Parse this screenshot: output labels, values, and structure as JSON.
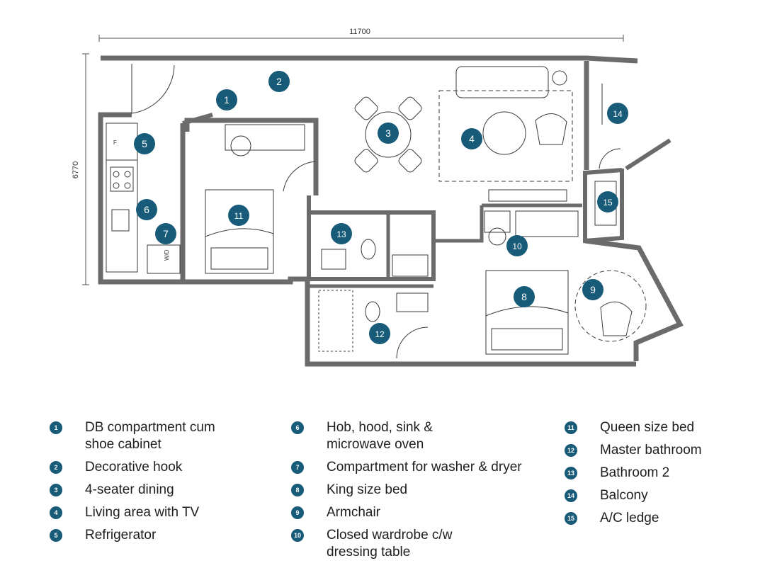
{
  "dimensions": {
    "width": "11700",
    "height": "6770"
  },
  "markers": [
    "1",
    "2",
    "3",
    "4",
    "5",
    "6",
    "7",
    "8",
    "9",
    "10",
    "11",
    "12",
    "13",
    "14",
    "15"
  ],
  "fixture_labels": {
    "fridge": "F",
    "washer_dryer": "W/D"
  },
  "legend": {
    "col1": [
      {
        "num": "1",
        "label": "DB compartment cum\nshoe cabinet"
      },
      {
        "num": "2",
        "label": "Decorative hook"
      },
      {
        "num": "3",
        "label": "4-seater dining"
      },
      {
        "num": "4",
        "label": "Living area with TV"
      },
      {
        "num": "5",
        "label": "Refrigerator"
      }
    ],
    "col2": [
      {
        "num": "6",
        "label": "Hob, hood, sink &\nmicrowave oven"
      },
      {
        "num": "7",
        "label": "Compartment for washer & dryer"
      },
      {
        "num": "8",
        "label": "King size bed"
      },
      {
        "num": "9",
        "label": "Armchair"
      },
      {
        "num": "10",
        "label": "Closed wardrobe c/w\ndressing table"
      }
    ],
    "col3": [
      {
        "num": "11",
        "label": "Queen size bed"
      },
      {
        "num": "12",
        "label": "Master bathroom"
      },
      {
        "num": "13",
        "label": "Bathroom 2"
      },
      {
        "num": "14",
        "label": "Balcony"
      },
      {
        "num": "15",
        "label": "A/C ledge"
      }
    ]
  },
  "colors": {
    "marker": "#175b78",
    "wall": "#6b6b6b",
    "line": "#3a3a3a"
  }
}
